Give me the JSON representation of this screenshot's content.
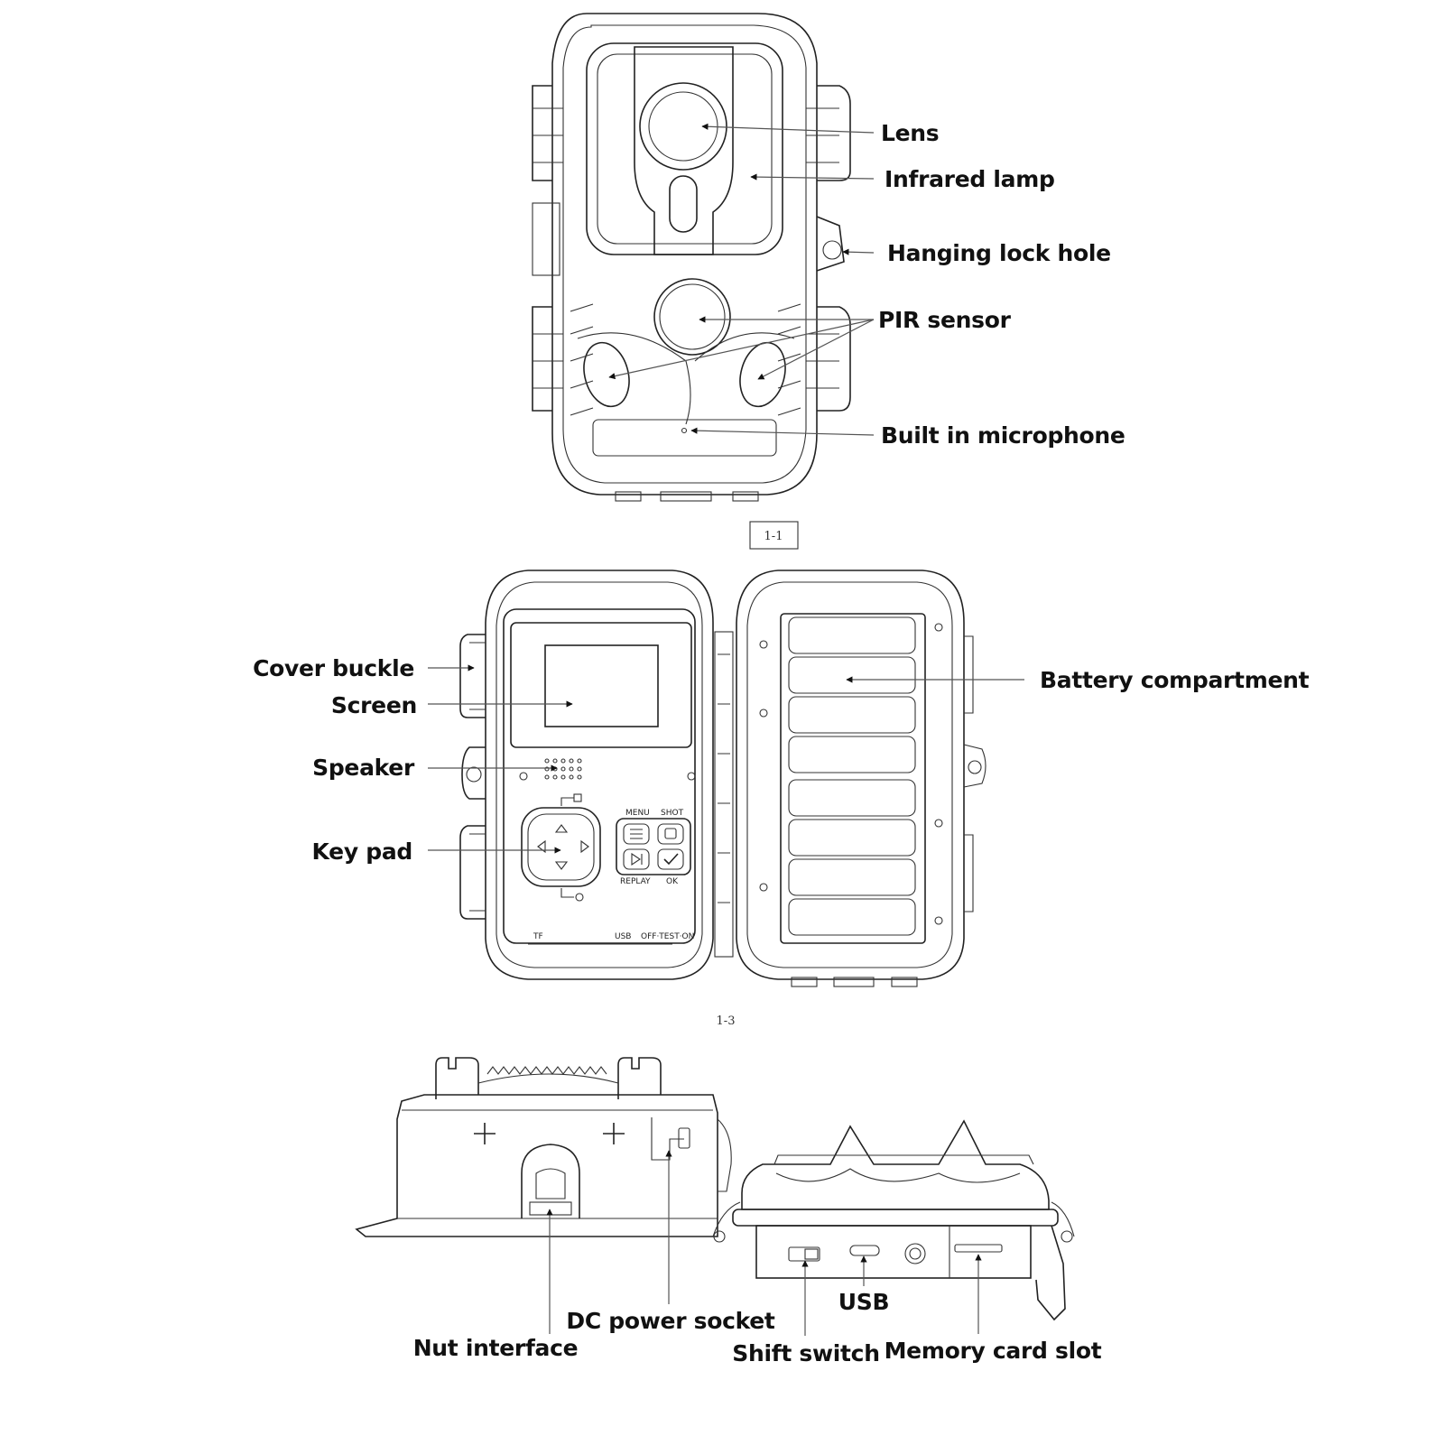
{
  "figure1": {
    "caption": "1-1",
    "labels": {
      "lens": "Lens",
      "infrared_lamp": "Infrared lamp",
      "hanging_lock_hole": "Hanging lock hole",
      "pir_sensor": "PIR sensor",
      "built_in_microphone": "Built in microphone"
    }
  },
  "figure2": {
    "caption": "1-3",
    "labels": {
      "cover_buckle": "Cover buckle",
      "screen": "Screen",
      "speaker": "Speaker",
      "key_pad": "Key pad",
      "battery_compartment": "Battery compartment"
    },
    "panel_text": {
      "menu": "MENU",
      "shot": "SHOT",
      "replay": "REPLAY",
      "ok": "OK",
      "tf": "TF",
      "usb": "USB",
      "switch": "OFF·TEST·ON"
    }
  },
  "figure3": {
    "labels": {
      "dc_power_socket": "DC power socket",
      "nut_interface": "Nut interface",
      "usb": "USB",
      "shift_switch": "Shift switch",
      "memory_card_slot": "Memory card slot"
    }
  },
  "icons": [
    "lens-icon",
    "arrow-up-icon",
    "arrow-down-icon",
    "arrow-left-icon",
    "arrow-right-icon",
    "menu-icon",
    "shot-icon",
    "replay-icon",
    "ok-check-icon"
  ]
}
